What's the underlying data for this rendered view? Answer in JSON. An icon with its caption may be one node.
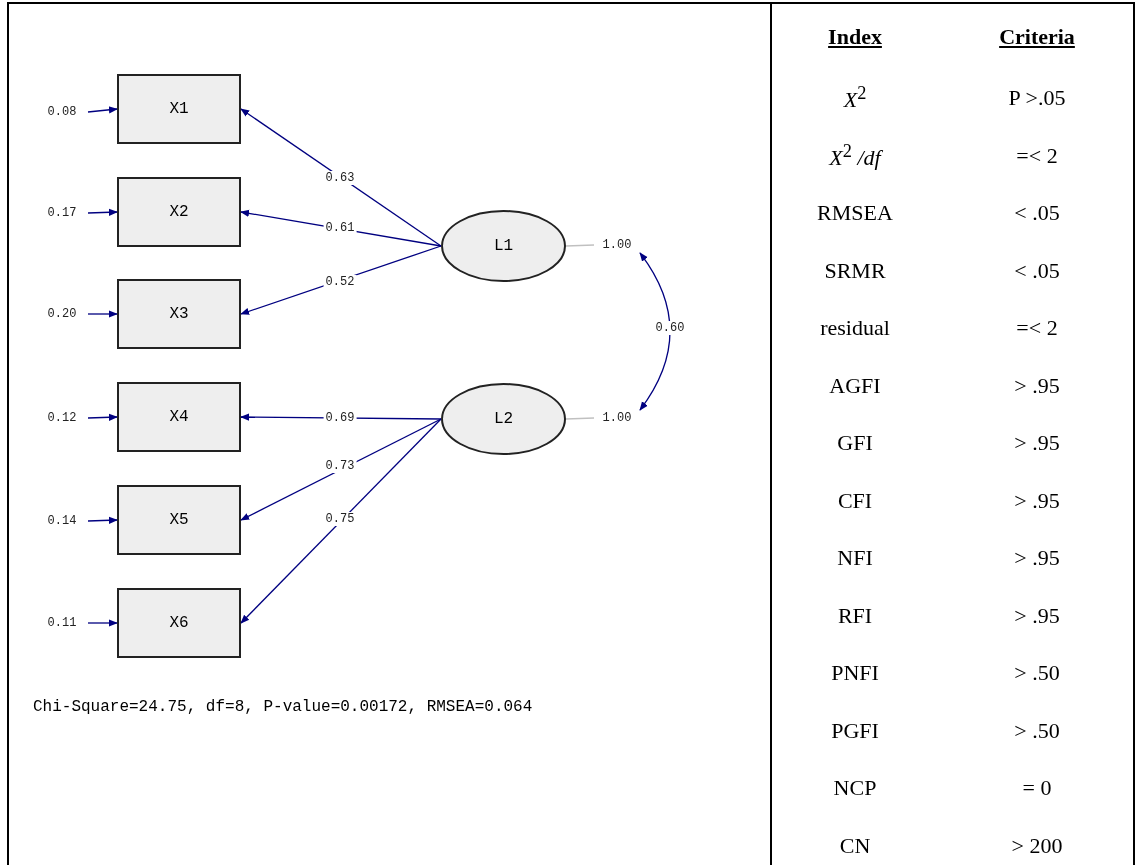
{
  "diagram": {
    "caption": "Chi-Square=24.75, df=8, P-value=0.00172, RMSEA=0.064",
    "nodes": [
      {
        "text": [
          "X1"
        ]
      },
      {
        "text": [
          "X2"
        ]
      },
      {
        "text": [
          "X3"
        ]
      },
      {
        "text": [
          "X4"
        ]
      },
      {
        "text": [
          "X5"
        ]
      },
      {
        "text": [
          "X6"
        ]
      },
      {
        "text": [
          "L1"
        ]
      },
      {
        "text": [
          "L2"
        ]
      },
      {
        "text": [
          "0.08"
        ]
      },
      {
        "text": [
          "0.17"
        ]
      },
      {
        "text": [
          "0.20"
        ]
      },
      {
        "text": [
          "0.12"
        ]
      },
      {
        "text": [
          "0.14"
        ]
      },
      {
        "text": [
          "0.11"
        ]
      },
      {
        "text": [
          "1.00"
        ]
      },
      {
        "text": [
          "1.00"
        ]
      }
    ],
    "edges": [
      {
        "from": 6,
        "to": 0,
        "arrow": "to",
        "label": "0.63"
      },
      {
        "from": 6,
        "to": 1,
        "arrow": "to",
        "label": "0.61"
      },
      {
        "from": 6,
        "to": 2,
        "arrow": "to",
        "label": "0.52"
      },
      {
        "from": 7,
        "to": 3,
        "arrow": "to",
        "label": "0.69"
      },
      {
        "from": 7,
        "to": 4,
        "arrow": "to",
        "label": "0.73"
      },
      {
        "from": 7,
        "to": 5,
        "arrow": "to",
        "label": "0.75"
      },
      {
        "from": 8,
        "to": 0,
        "arrow": "to"
      },
      {
        "from": 9,
        "to": 1,
        "arrow": "to"
      },
      {
        "from": 10,
        "to": 2,
        "arrow": "to"
      },
      {
        "from": 11,
        "to": 3,
        "arrow": "to"
      },
      {
        "from": 12,
        "to": 4,
        "arrow": "to"
      },
      {
        "from": 13,
        "to": 5,
        "arrow": "to"
      },
      {
        "from": 6,
        "to": 14,
        "arrow": "none",
        "color": "#c0c0c0"
      },
      {
        "from": 7,
        "to": 15,
        "arrow": "none",
        "color": "#c0c0c0"
      },
      {
        "from": 14,
        "to": 15,
        "arrow": "both",
        "label": "0.60"
      }
    ],
    "labels": [
      "Index",
      "Criteria",
      "*X*$^{2}$",
      "P >.05",
      "*X*$^{2}$ */df*",
      "=< 2",
      "RMSEA",
      "< .05",
      "SRMR",
      "< .05",
      "residual",
      "=< 2",
      "AGFI",
      "> .95",
      "GFI",
      "> .95",
      "CFI",
      "> .95",
      "NFI",
      "> .95",
      "RFI",
      "> .95",
      "PNFI",
      "> .50",
      "PGFI",
      "> .50",
      "NCP",
      "= 0",
      "CN",
      "> 200"
    ]
  }
}
